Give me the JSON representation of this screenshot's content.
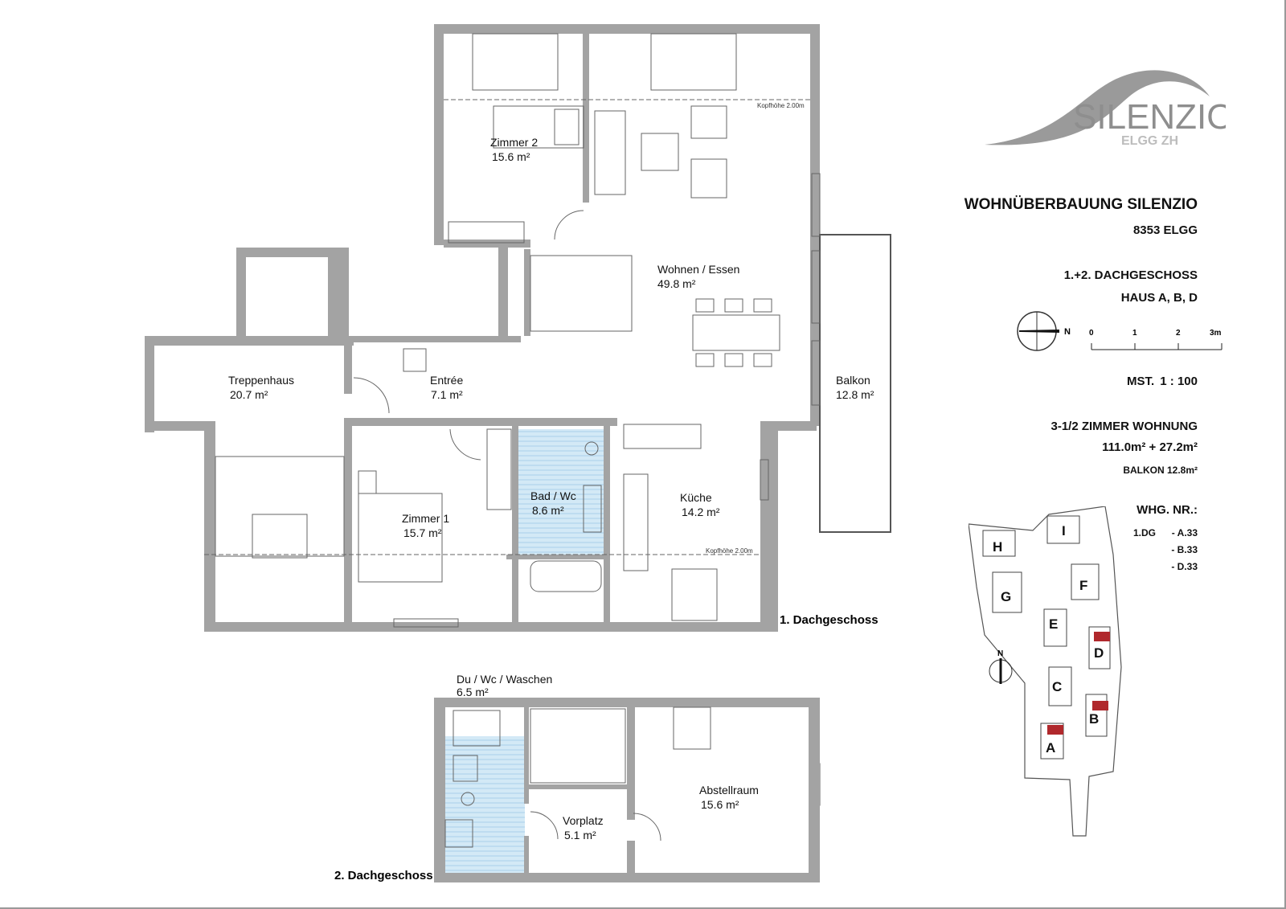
{
  "logo": {
    "name": "SILENZIO",
    "place": "ELGG ZH"
  },
  "project": {
    "title": "WOHNÜBERBAUUNG SILENZIO",
    "address": "8353 ELGG",
    "floors": "1.+2. DACHGESCHOSS",
    "houses": "HAUS A, B, D"
  },
  "compass": {
    "north": "N"
  },
  "scale": {
    "ticks": [
      "0",
      "1",
      "2",
      "3m"
    ],
    "label": "MST.",
    "ratio": "1 : 100"
  },
  "unit": {
    "type": "3-1/2 ZIMMER WOHNUNG",
    "area": "111.0m² + 27.2m²",
    "balcony": "BALKON 12.8m²"
  },
  "apartment_numbers": {
    "heading": "WHG. NR.:",
    "floor": "1.DG",
    "items": [
      "- A.33",
      "- B.33",
      "- D.33"
    ]
  },
  "floor1": {
    "label": "1. Dachgeschoss",
    "headroom": "Kopfhöhe 2.00m",
    "rooms": [
      {
        "name": "Zimmer 2",
        "area": "15.6 m²"
      },
      {
        "name": "Wohnen / Essen",
        "area": "49.8 m²"
      },
      {
        "name": "Treppenhaus",
        "area": "20.7 m²"
      },
      {
        "name": "Entrée",
        "area": "7.1 m²"
      },
      {
        "name": "Balkon",
        "area": "12.8 m²"
      },
      {
        "name": "Bad / Wc",
        "area": "8.6 m²"
      },
      {
        "name": "Zimmer 1",
        "area": "15.7 m²"
      },
      {
        "name": "Küche",
        "area": "14.2 m²"
      }
    ]
  },
  "floor2": {
    "label": "2. Dachgeschoss",
    "rooms": [
      {
        "name": "Du / Wc / Waschen",
        "area": "6.5 m²"
      },
      {
        "name": "Vorplatz",
        "area": "5.1 m²"
      },
      {
        "name": "Abstellraum",
        "area": "15.6 m²"
      }
    ]
  },
  "site_plan": {
    "houses": [
      "H",
      "I",
      "G",
      "F",
      "E",
      "D",
      "C",
      "B",
      "A"
    ],
    "north": "N"
  },
  "colors": {
    "wall": "#9e9e9e",
    "wet_room": "#cfe6f4",
    "highlight": "#b0282c"
  }
}
